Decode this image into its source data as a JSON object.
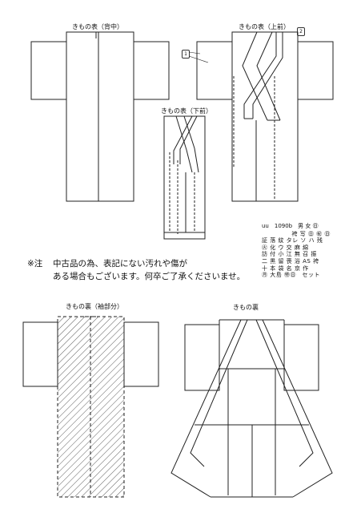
{
  "labels": {
    "front_back": "きもの表（背中）",
    "front_upper": "きもの表（上前）",
    "front_lower": "きもの表（下前）",
    "lining_sleeve": "きもの裏（袖部分）",
    "lining": "きもの裏"
  },
  "callouts": {
    "one": "1",
    "two": "2"
  },
  "note": {
    "mark": "※注",
    "line1": "中古品の為、表記にない汚れや傷が",
    "line2": "ある場合もございます。何卒ご了承くださいませ。"
  },
  "code_grid": {
    "header": "uu　1090b　男 女 ㊐",
    "rows": [
      "　　　　　袴 写 ㊐ ㊗ ㊐",
      "証 落 紋 タレ ソ ハ 残",
      "㊋ 化 ウ 交 麻 綿",
      "訪 付 小 江 無 召 振",
      "二 黒 留 喪 浴 AS 袴",
      "十 本 袋 名 京 作",
      "㊊ 大島 ㊕㊐　セット"
    ]
  }
}
